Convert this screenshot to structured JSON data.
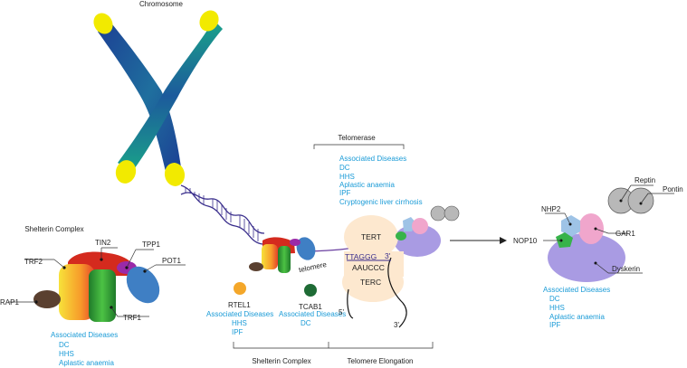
{
  "chromosome": {
    "title": "Chromosome"
  },
  "helix_label": "telomere",
  "shelterin_left": {
    "title": "Shelterin Complex",
    "proteins": [
      "TRF2",
      "TIN2",
      "TPP1",
      "POT1",
      "RAP1",
      "TRF1"
    ],
    "diseases_title": "Associated Diseases",
    "diseases": [
      "DC",
      "HHS",
      "Aplastic anaemia"
    ]
  },
  "rtel1": {
    "name": "RTEL1",
    "diseases_title": "Associated Diseases",
    "diseases": [
      "HHS",
      "IPF"
    ]
  },
  "tcab1": {
    "name": "TCAB1",
    "diseases_title": "Associated Diseases",
    "diseases": [
      "DC"
    ]
  },
  "telomerase": {
    "title": "Telomerase",
    "diseases_title": "Associated Diseases",
    "diseases": [
      "DC",
      "HHS",
      "Aplastic anaemia",
      "IPF",
      "Cryptogenic liver cirrhosis"
    ],
    "tert": "TERT",
    "terc": "TERC",
    "seq_dna": "TTAGGG",
    "seq_rna": "AAUCCC",
    "end_3_top": "3'",
    "end_5": "5'",
    "end_3_bottom": "3'"
  },
  "dyskerin_complex": {
    "proteins": [
      "Reptin",
      "Pontin",
      "NHP2",
      "GAR1",
      "NOP10",
      "Dyskerin"
    ],
    "diseases_title": "Associated Diseases",
    "diseases": [
      "DC",
      "HHS",
      "Aplastic anaemia",
      "IPF"
    ]
  },
  "brackets": {
    "shelterin": "Shelterin Complex",
    "elongation": "Telomere Elongation"
  },
  "colors": {
    "disease_text": "#1a9bd7",
    "chromosome_blue": "#1c3f94",
    "chromosome_teal": "#1aa389",
    "telomere_tip": "#f2ea00",
    "helix": "#3a2e8c",
    "tert_fill": "#fde8cf",
    "dyskerin": "#a99be3",
    "nhp2": "#9ec3e6",
    "gar1": "#f0a6cc",
    "nop10": "#37b34a",
    "reptin_pontin": "#b8b8b8",
    "trf1": "#2e9a36",
    "tin2": "#d42a1e",
    "tpp1": "#9a2aa8",
    "pot1": "#3f7fc4",
    "rap1": "#5a4030",
    "rtel1": "#f4a72a",
    "tcab1": "#1e6b35"
  }
}
